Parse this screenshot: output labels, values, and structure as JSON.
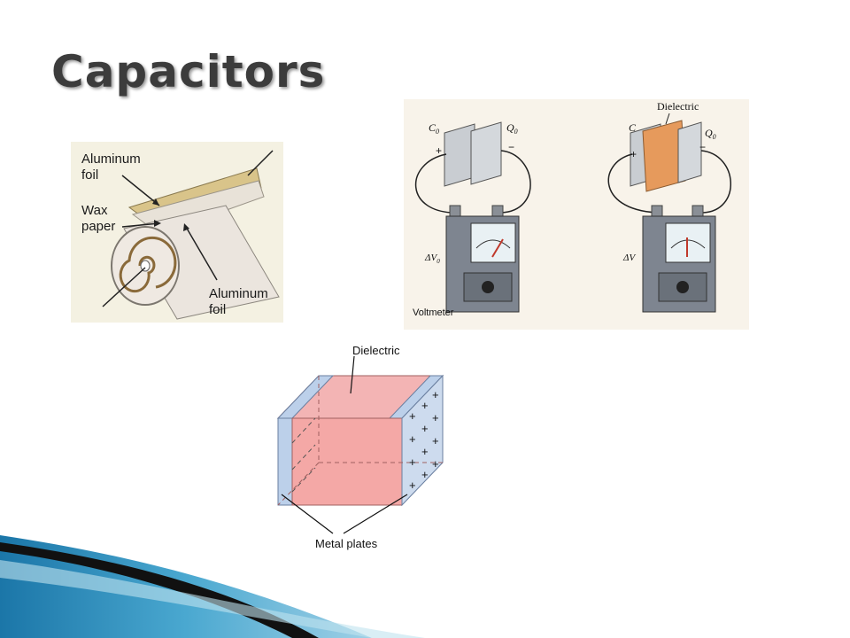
{
  "slide": {
    "title": "Capacitors"
  },
  "rolled_capacitor": {
    "label_aluminum_top": [
      "Aluminum",
      "foil"
    ],
    "label_wax": [
      "Wax",
      "paper"
    ],
    "label_aluminum_bottom": [
      "Aluminum",
      "foil"
    ]
  },
  "voltmeter_figure": {
    "left_capacitance": "C",
    "left_capacitance_sub": "0",
    "left_charge": "Q",
    "left_charge_sub": "0",
    "right_capacitance": "C",
    "right_charge": "Q",
    "right_charge_sub": "0",
    "dielectric_label": "Dielectric",
    "plus": "+",
    "minus": "−",
    "left_voltage": "ΔV",
    "left_voltage_sub": "0",
    "right_voltage": "ΔV",
    "voltmeter_label": "Voltmeter"
  },
  "block_figure": {
    "dielectric_label": "Dielectric",
    "plates_label": "Metal plates"
  },
  "colors": {
    "title": "#3c3c3c",
    "wave_dark": "#111111",
    "wave_blue": "#2a8fbf"
  }
}
